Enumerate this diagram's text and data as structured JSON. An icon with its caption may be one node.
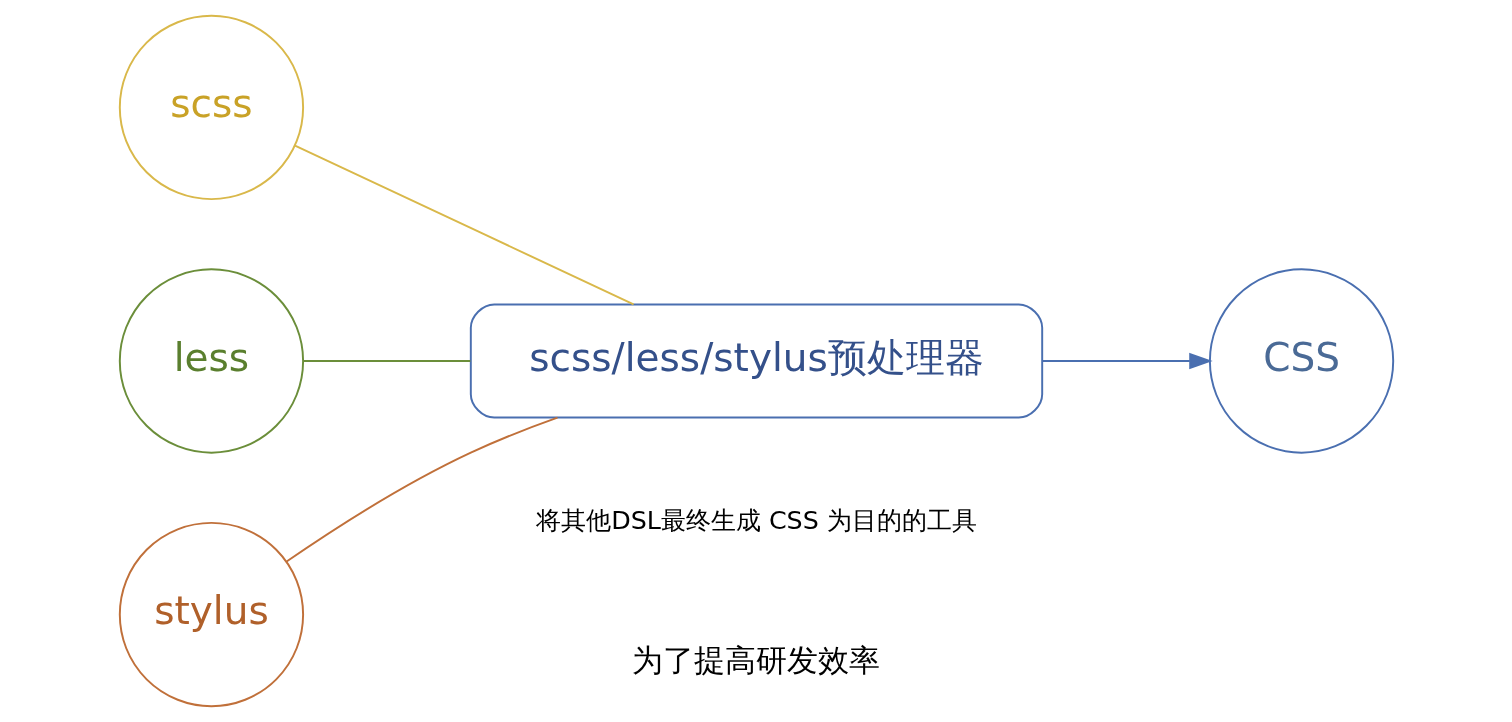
{
  "diagram": {
    "nodes": [
      {
        "text": [
          "scss"
        ]
      },
      {
        "text": [
          "less"
        ]
      },
      {
        "text": [
          "stylus"
        ]
      },
      {
        "text": [
          "scss/less/stylus预处理器"
        ],
        "beside": [
          "将其他DSL最终生成 CSS 为目的的工具"
        ]
      },
      {
        "text": [
          "CSS"
        ]
      }
    ],
    "edges": [
      {
        "from": 0,
        "to": 3,
        "arrow": "none",
        "color": "#d9b84a"
      },
      {
        "from": 1,
        "to": 3,
        "arrow": "none",
        "color": "#6b8e3a"
      },
      {
        "from": 2,
        "to": 3,
        "arrow": "none",
        "color": "#c0703a"
      },
      {
        "from": 3,
        "to": 4,
        "arrow": "to",
        "color": "#4a6fb0"
      }
    ],
    "labels": [
      "为了提高研发效率"
    ]
  }
}
